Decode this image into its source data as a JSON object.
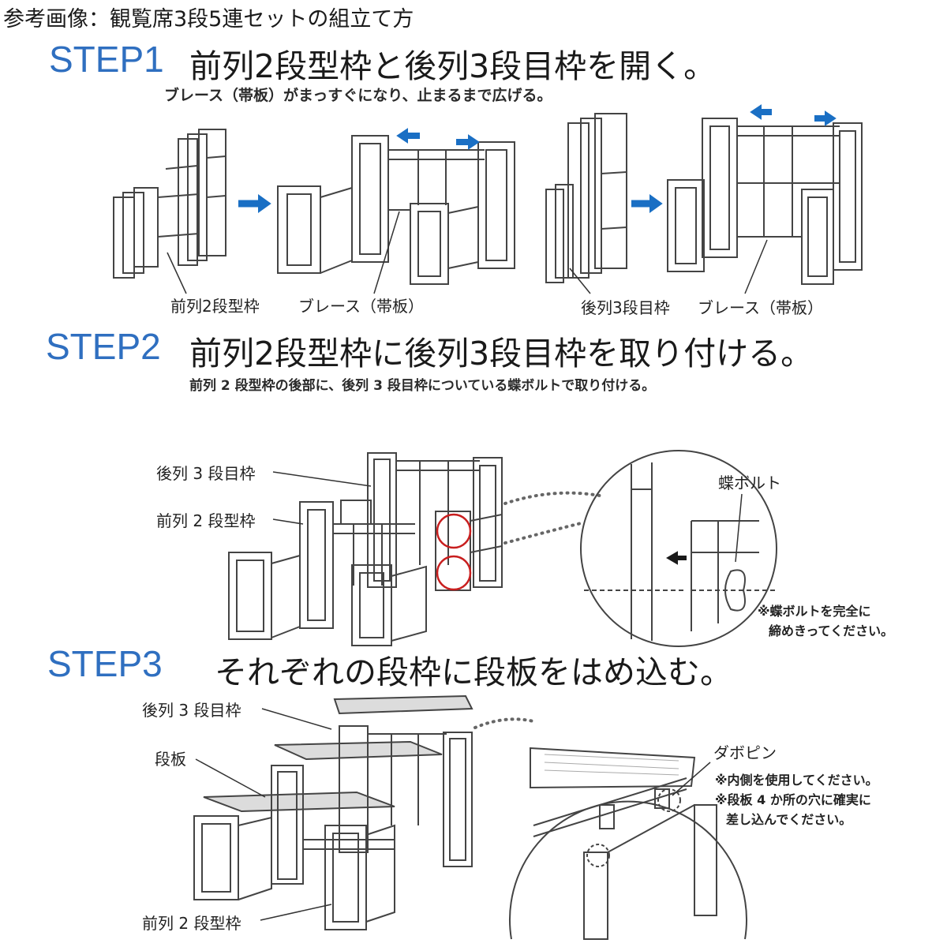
{
  "reference_title": "参考画像：観覧席3段5連セットの組立て方",
  "steps": [
    {
      "label": "STEP1",
      "title": "前列2段型枠と後列3段目枠を開く。",
      "subtitle": "ブレース（帯板）がまっすぐになり、止まるまで広げる。",
      "captions": {
        "front_frame": "前列2段型枠",
        "brace_1": "ブレース（帯板）",
        "rear_frame": "後列3段目枠",
        "brace_2": "ブレース（帯板）"
      }
    },
    {
      "label": "STEP2",
      "title": "前列2段型枠に後列3段目枠を取り付ける。",
      "subtitle": "前列 2 段型枠の後部に、後列 3 段目枠についている蝶ボルトで取り付ける。",
      "captions": {
        "rear_frame": "後列 3 段目枠",
        "front_frame": "前列 2 段型枠",
        "wing_bolt": "蝶ボルト"
      },
      "note_lines": [
        "※蝶ボルトを完全に",
        "締めきってください。"
      ]
    },
    {
      "label": "STEP3",
      "title": "それぞれの段枠に段板をはめ込む。",
      "captions": {
        "rear_frame": "後列 3 段目枠",
        "step_board": "段板",
        "front_frame": "前列 2 段型枠",
        "dowel_pin": "ダボピン"
      },
      "note_lines": [
        "※内側を使用してください。",
        "※段板 4 か所の穴に確実に",
        "差し込んでください。"
      ]
    }
  ],
  "colors": {
    "accent": "#2f6fc0",
    "arrow": "#1a6fc4",
    "highlight": "#c81e1e"
  }
}
